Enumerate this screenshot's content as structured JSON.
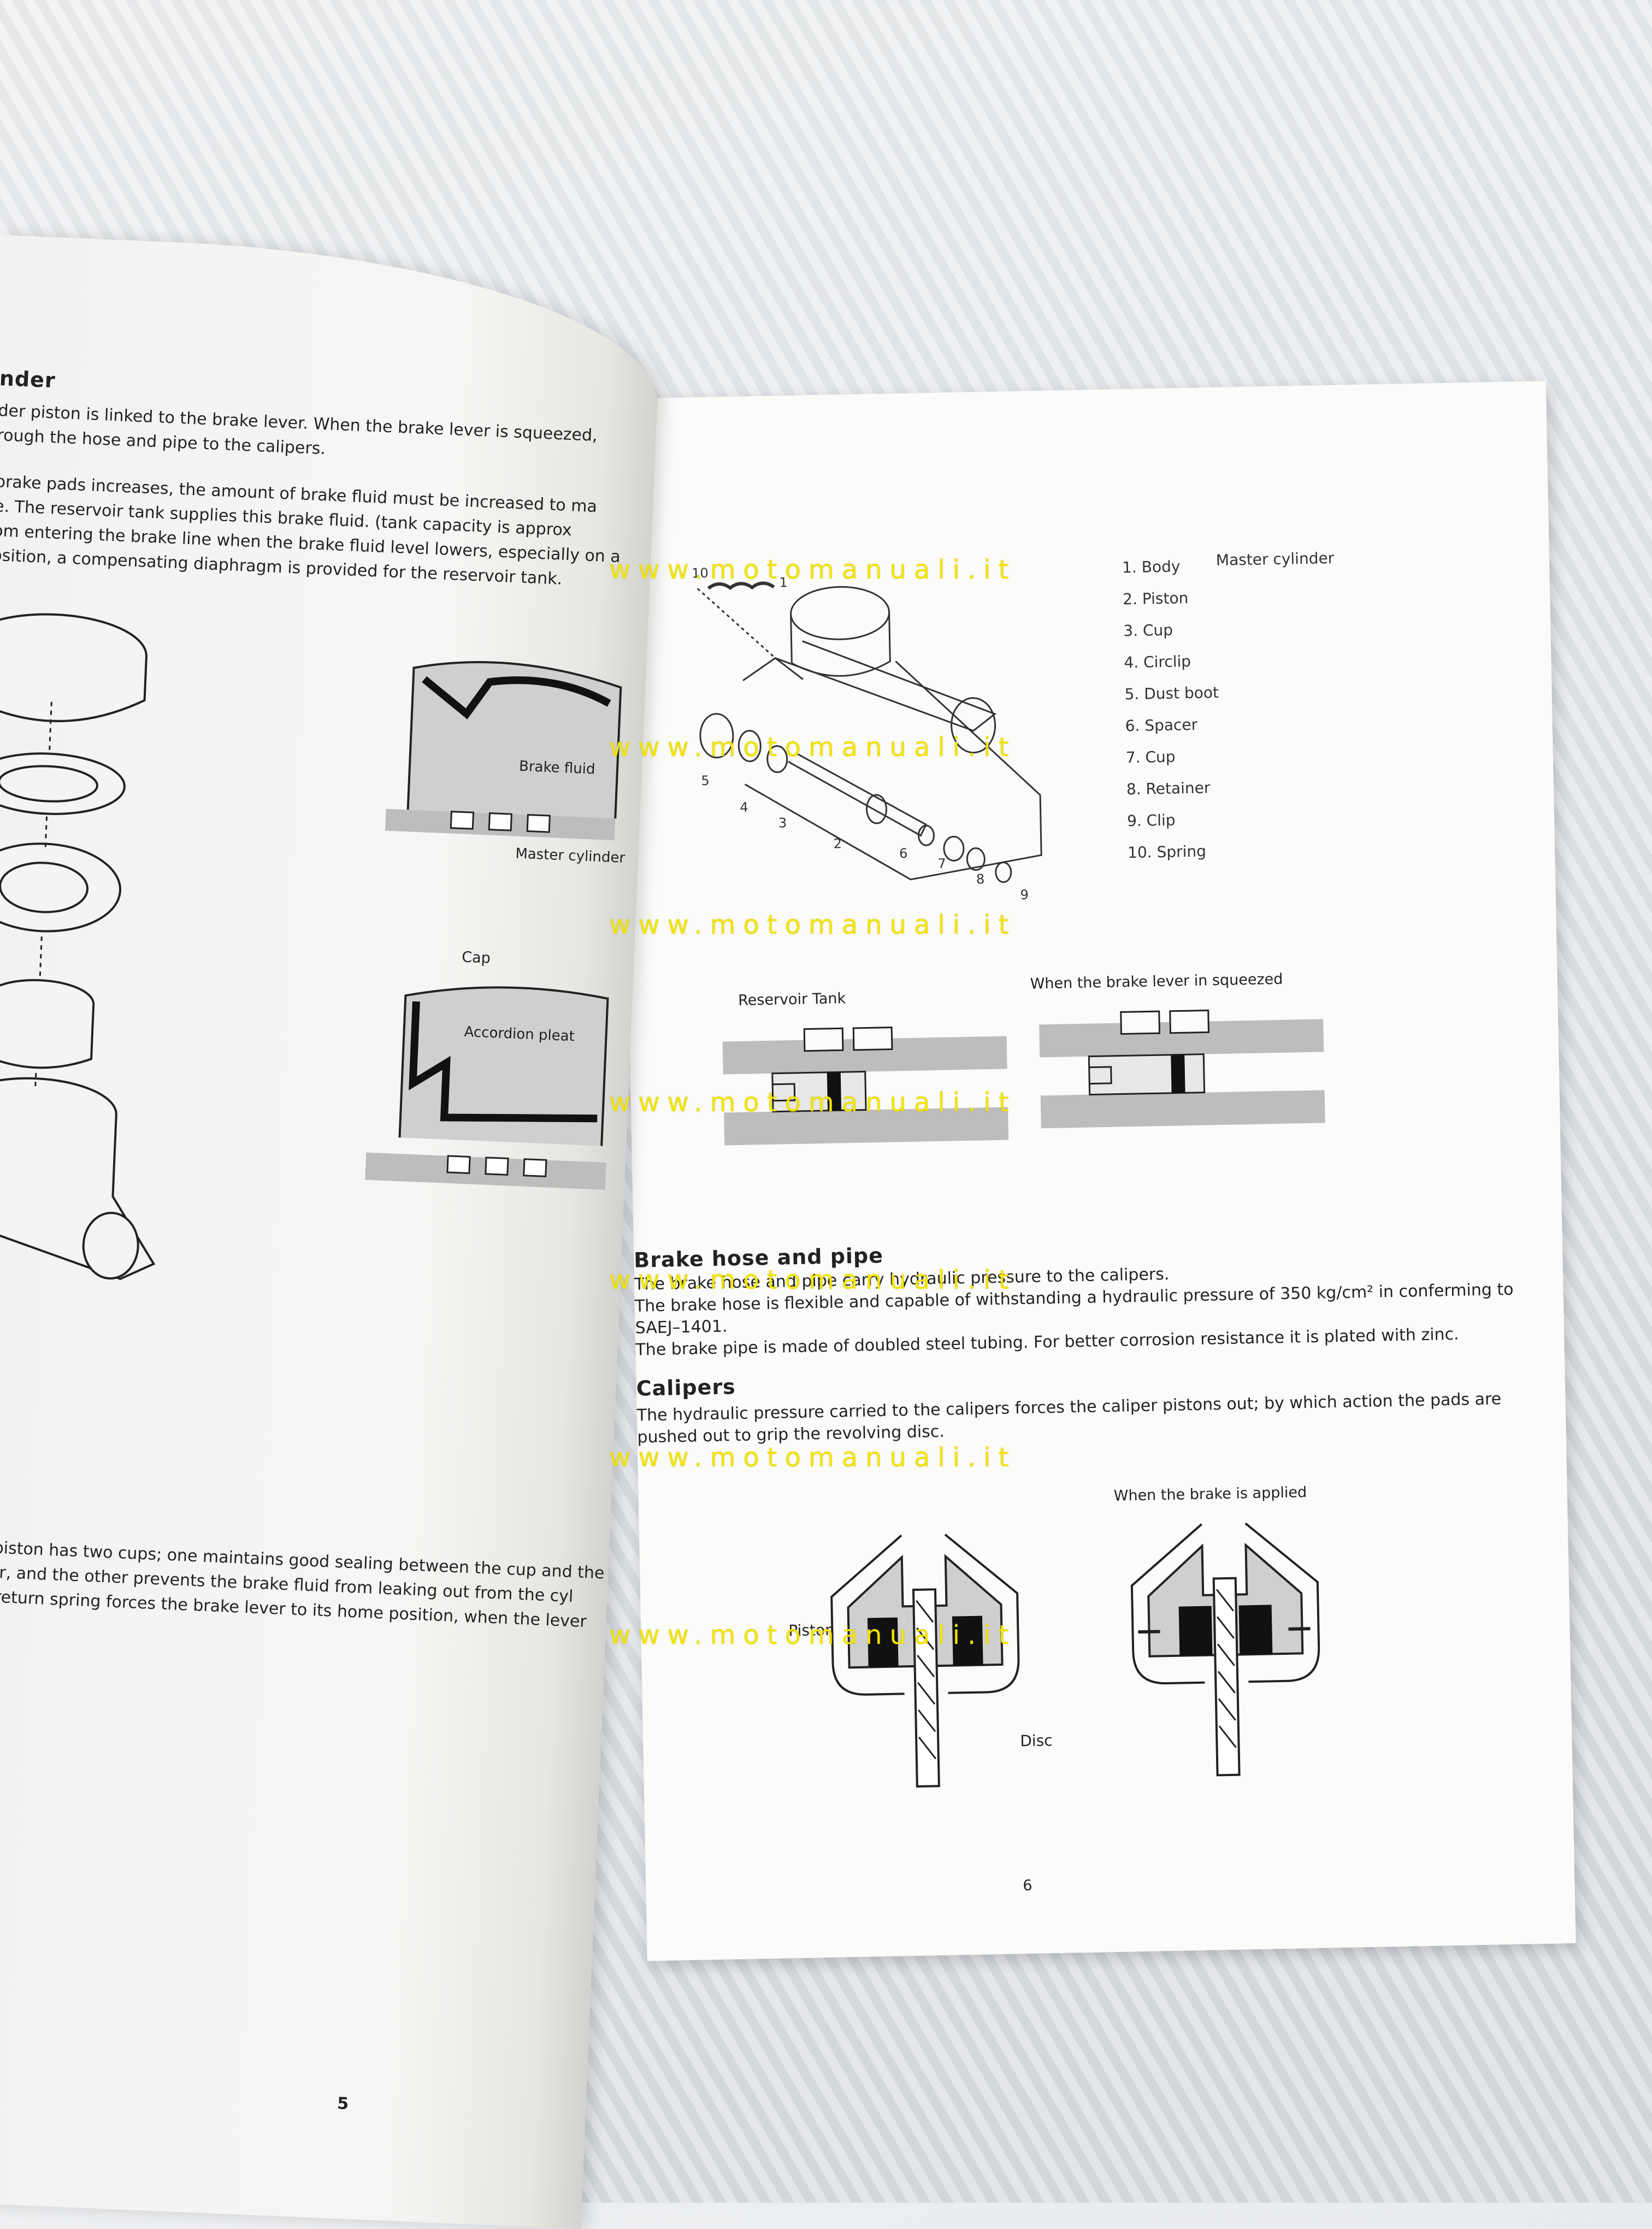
{
  "watermark": "www.motomanuali.it",
  "left_page": {
    "heading": "nder",
    "para1": [
      "der piston is linked to the brake lever. When the brake lever is squeezed,",
      "rough the hose and pipe to the calipers."
    ],
    "para2": [
      "brake pads increases, the amount of brake fluid must be increased to ma",
      "e. The reservoir tank supplies this brake fluid. (tank capacity is approx",
      "om entering the brake line when the brake fluid level lowers, especially on a",
      "osition, a compensating diaphragm is provided for the reservoir tank."
    ],
    "diagram_labels": {
      "brake_fluid": "Brake fluid",
      "master_cylinder": "Master cylinder",
      "cap": "Cap",
      "accordion_pleat": "Accordion pleat"
    },
    "para3": [
      "nder piston has two cups; one maintains good sealing between the cup and the",
      "ylinder, and the other prevents the brake fluid from leaking out from the cyl",
      ". The return spring forces the brake lever to its home position, when the lever"
    ],
    "page_number": "5"
  },
  "right_page": {
    "legend_title": "Master cylinder",
    "legend": [
      "1. Body",
      "2. Piston",
      "3. Cup",
      "4. Circlip",
      "5. Dust boot",
      "6. Spacer",
      "7. Cup",
      "8. Retainer",
      "9. Clip",
      "10. Spring"
    ],
    "callout_numbers": [
      "10",
      "1",
      "5",
      "4",
      "3",
      "2",
      "6",
      "7",
      "8",
      "9"
    ],
    "reservoir_label": "Reservoir Tank",
    "squeezed_label": "When the brake lever in squeezed",
    "hose_heading": "Brake hose and pipe",
    "hose_lines": [
      "The brake hose and pipe carry hydraulic pressure to the calipers.",
      "The brake hose is flexible and capable of withstanding a hydraulic pressure of 350 kg/cm² in conferming to",
      "SAEJ–1401.",
      "The brake pipe is made of doubled steel tubing. For better corrosion resistance it is plated with zinc."
    ],
    "calipers_heading": "Calipers",
    "calipers_lines": [
      "The hydraulic pressure carried to the calipers forces the caliper pistons out; by which action the pads are",
      "pushed out to grip the revolving disc."
    ],
    "applied_label": "When the brake is applied",
    "piston_label": "Piston",
    "disc_label": "Disc",
    "page_number": "6"
  }
}
